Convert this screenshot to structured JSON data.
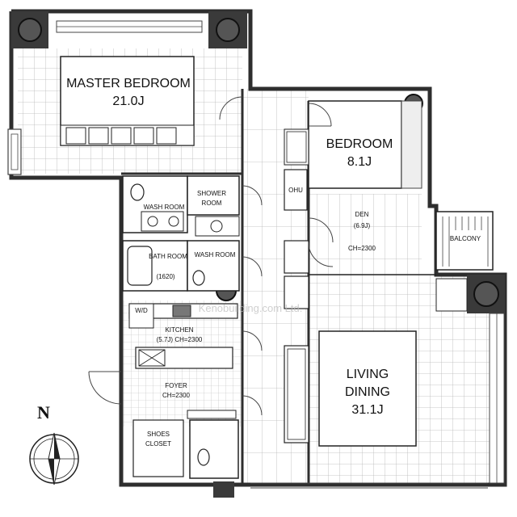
{
  "rooms": {
    "master_bedroom": {
      "name": "MASTER BEDROOM",
      "size": "21.0J"
    },
    "bedroom": {
      "name": "BEDROOM",
      "size": "8.1J"
    },
    "living_dining": {
      "line1": "LIVING",
      "line2": "DINING",
      "size": "31.1J"
    },
    "den": {
      "name": "DEN",
      "size": "(6.9J)",
      "ch": "CH=2300"
    },
    "kitchen": {
      "name": "KITCHEN",
      "size": "(5.7J) CH=2300"
    },
    "foyer": {
      "name": "FOYER",
      "ch": "CH=2300"
    },
    "shoes_closet": {
      "line1": "SHOES",
      "line2": "CLOSET"
    },
    "wash_room_upper": "WASH ROOM",
    "shower_room": {
      "line1": "SHOWER",
      "line2": "ROOM"
    },
    "bath_room": {
      "name": "BATH ROOM",
      "size": "(1620)"
    },
    "wash_room_lower": "WASH ROOM",
    "balcony": "BALCONY",
    "ohu": "OHU",
    "wd": "W/D"
  },
  "compass": {
    "label": "N"
  },
  "watermark": "Kenobuilding.com Ltd.",
  "colors": {
    "wall": "#2e2e2e",
    "line": "#444444",
    "grid": "#b8b8b8",
    "paper": "#ffffff",
    "glass": "#cfcfcf"
  }
}
